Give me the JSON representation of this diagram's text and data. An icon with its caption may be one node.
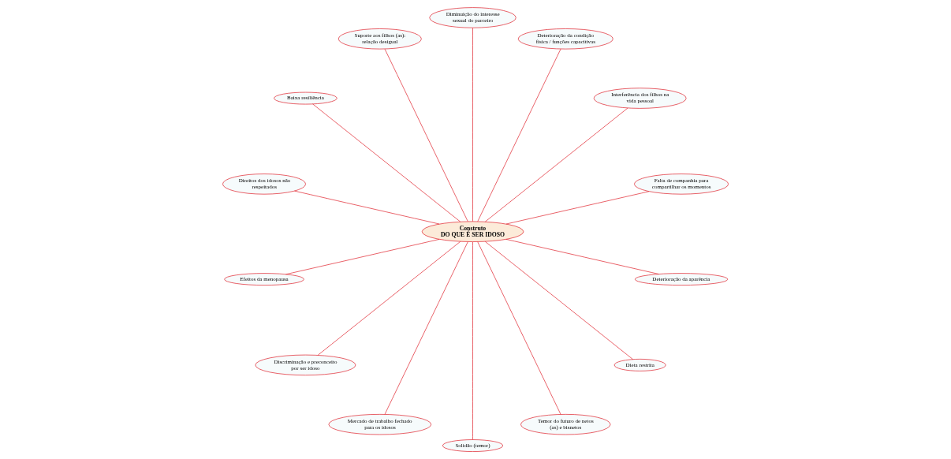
{
  "diagram": {
    "nodes": [
      {
        "text": [
          "Construto",
          "DO QUE É SER IDOSO"
        ]
      },
      {
        "text": [
          "Falta de companhia para compartilhar os momentos"
        ]
      },
      {
        "text": [
          "Interferência dos filhos na vida pessoal"
        ]
      },
      {
        "text": [
          "Deterioração da condição física / funções capacitivas"
        ]
      },
      {
        "text": [
          "Diminuição do interesse sexual do parceiro"
        ]
      },
      {
        "text": [
          "Suporte aos filhos (as): relação desigual"
        ]
      },
      {
        "text": [
          "Baixa resiliência"
        ]
      },
      {
        "text": [
          "Direitos dos idosos não respeitados"
        ]
      },
      {
        "text": [
          "Efeitos da menopausa"
        ]
      },
      {
        "text": [
          "Discriminação e preconceito por ser idoso"
        ]
      },
      {
        "text": [
          "Mercado de trabalho fechado para os idosos"
        ]
      },
      {
        "text": [
          "Solidão (temor)"
        ]
      },
      {
        "text": [
          "Temor do futuro de netos (as) e bisnetos"
        ]
      },
      {
        "text": [
          "Dieta restrita"
        ]
      },
      {
        "text": [
          "Deterioração da aparência"
        ]
      }
    ],
    "edges": [
      {
        "from": 0,
        "to": 1,
        "arrow": "none"
      },
      {
        "from": 0,
        "to": 3,
        "arrow": "none"
      },
      {
        "from": 0,
        "to": 5,
        "arrow": "none"
      },
      {
        "from": 0,
        "to": 6,
        "arrow": "none"
      },
      {
        "from": 0,
        "to": 8,
        "arrow": "none"
      },
      {
        "from": 0,
        "to": 10,
        "arrow": "none"
      },
      {
        "from": 0,
        "to": 11,
        "arrow": "none"
      },
      {
        "from": 0,
        "to": 13,
        "arrow": "none"
      },
      {
        "from": 0,
        "to": 14,
        "arrow": "none"
      },
      {
        "from": 0,
        "to": 12,
        "arrow": "none"
      },
      {
        "from": 0,
        "to": 9,
        "arrow": "none"
      },
      {
        "from": 0,
        "to": 7,
        "arrow": "none"
      },
      {
        "from": 0,
        "to": 4,
        "arrow": "none"
      },
      {
        "from": 0,
        "to": 2,
        "arrow": "none"
      }
    ]
  }
}
